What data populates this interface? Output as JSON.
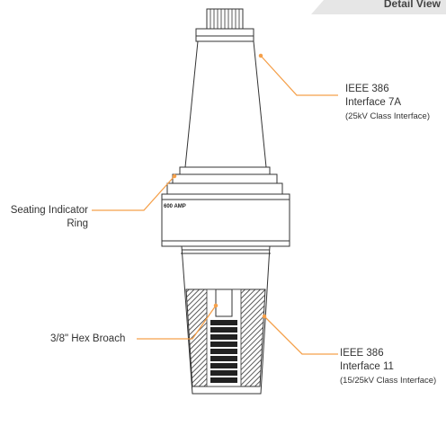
{
  "header": {
    "tab_label": "Detail View"
  },
  "product": {
    "rating_marking": "600 AMP"
  },
  "callouts": {
    "interface_7a": {
      "line1": "IEEE 386",
      "line2": "Interface 7A",
      "line3": "(25kV Class Interface)"
    },
    "seating_ring": {
      "line1": "Seating Indicator",
      "line2": "Ring"
    },
    "hex_broach": {
      "line1": "3/8\" Hex Broach"
    },
    "interface_11": {
      "line1": "IEEE 386",
      "line2": "Interface 11",
      "line3": "(15/25kV Class Interface)"
    }
  },
  "colors": {
    "leader": "#f5a04a",
    "outline": "#333333",
    "ring_hatch": "#444444"
  }
}
